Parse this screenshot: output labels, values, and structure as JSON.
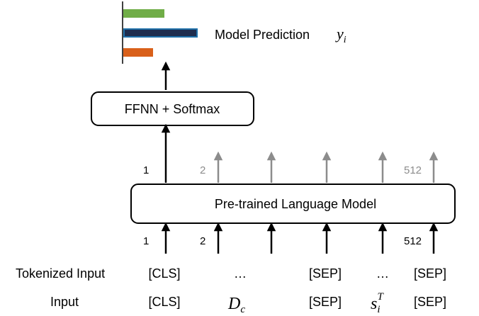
{
  "prediction": {
    "label": "Model Prediction",
    "var_main": "y",
    "var_sub": "i",
    "bars": [
      {
        "name": "green",
        "color": "#70AD47",
        "value": 0.54
      },
      {
        "name": "navy",
        "color": "#1F2D4E",
        "edge": "#1F6FA8",
        "value": 0.95
      },
      {
        "name": "orange",
        "color": "#D9601A",
        "value": 0.39
      }
    ]
  },
  "ffnn_label": "FFNN + Softmax",
  "plm_label": "Pre-trained Language Model",
  "output_positions": {
    "first": "1",
    "second": "2",
    "last": "512"
  },
  "input_positions": {
    "first": "1",
    "second": "2",
    "last": "512"
  },
  "colors": {
    "active": "#000000",
    "inactive": "#8C8C8C"
  },
  "rows": {
    "tokenized": {
      "label": "Tokenized Input",
      "tokens": [
        "[CLS]",
        "…",
        "[SEP]",
        "…",
        "[SEP]"
      ]
    },
    "input": {
      "label": "Input",
      "cls": "[CLS]",
      "d_main": "D",
      "d_sub": "c",
      "sep1": "[SEP]",
      "s_main": "s",
      "s_sub": "i",
      "s_sup": "T",
      "sep2": "[SEP]"
    }
  }
}
